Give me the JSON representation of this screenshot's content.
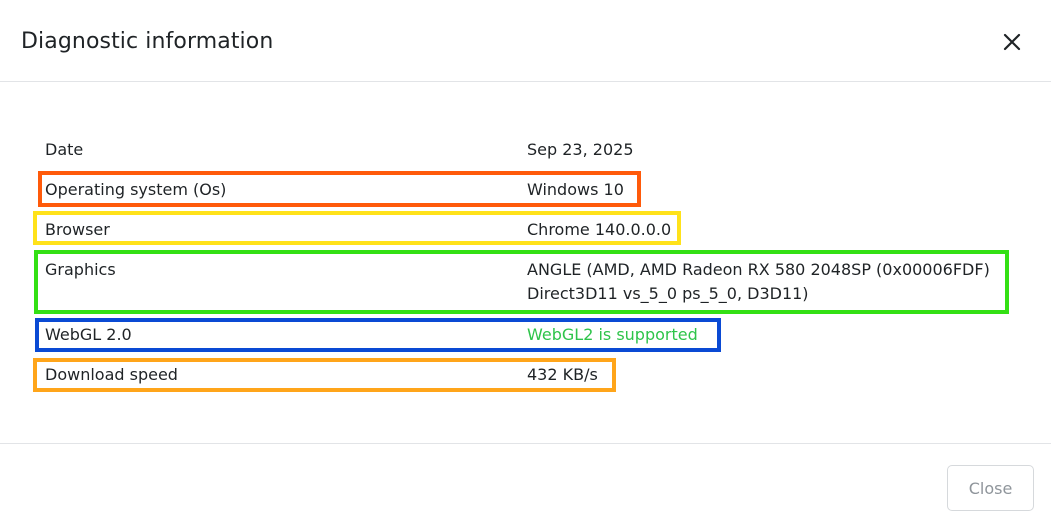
{
  "dialog": {
    "title": "Diagnostic information",
    "close_icon": "close-icon"
  },
  "info": {
    "rows": [
      {
        "label": "Date",
        "value": "Sep 23, 2025"
      },
      {
        "label": "Operating system (Os)",
        "value": "Windows 10",
        "highlight_color": "#ff5a0a"
      },
      {
        "label": "Browser",
        "value": "Chrome 140.0.0.0",
        "highlight_color": "#ffe21a"
      },
      {
        "label": "Graphics",
        "value": "ANGLE (AMD, AMD Radeon RX 580 2048SP (0x00006FDF) Direct3D11 vs_5_0 ps_5_0, D3D11)",
        "highlight_color": "#33e014"
      },
      {
        "label": "WebGL 2.0",
        "value": "WebGL2 is supported",
        "value_color": "#2ec44a",
        "highlight_color": "#0a4ad4"
      },
      {
        "label": "Download speed",
        "value": "432 KB/s",
        "highlight_color": "#ffa51a"
      }
    ]
  },
  "footer": {
    "close_label": "Close"
  }
}
